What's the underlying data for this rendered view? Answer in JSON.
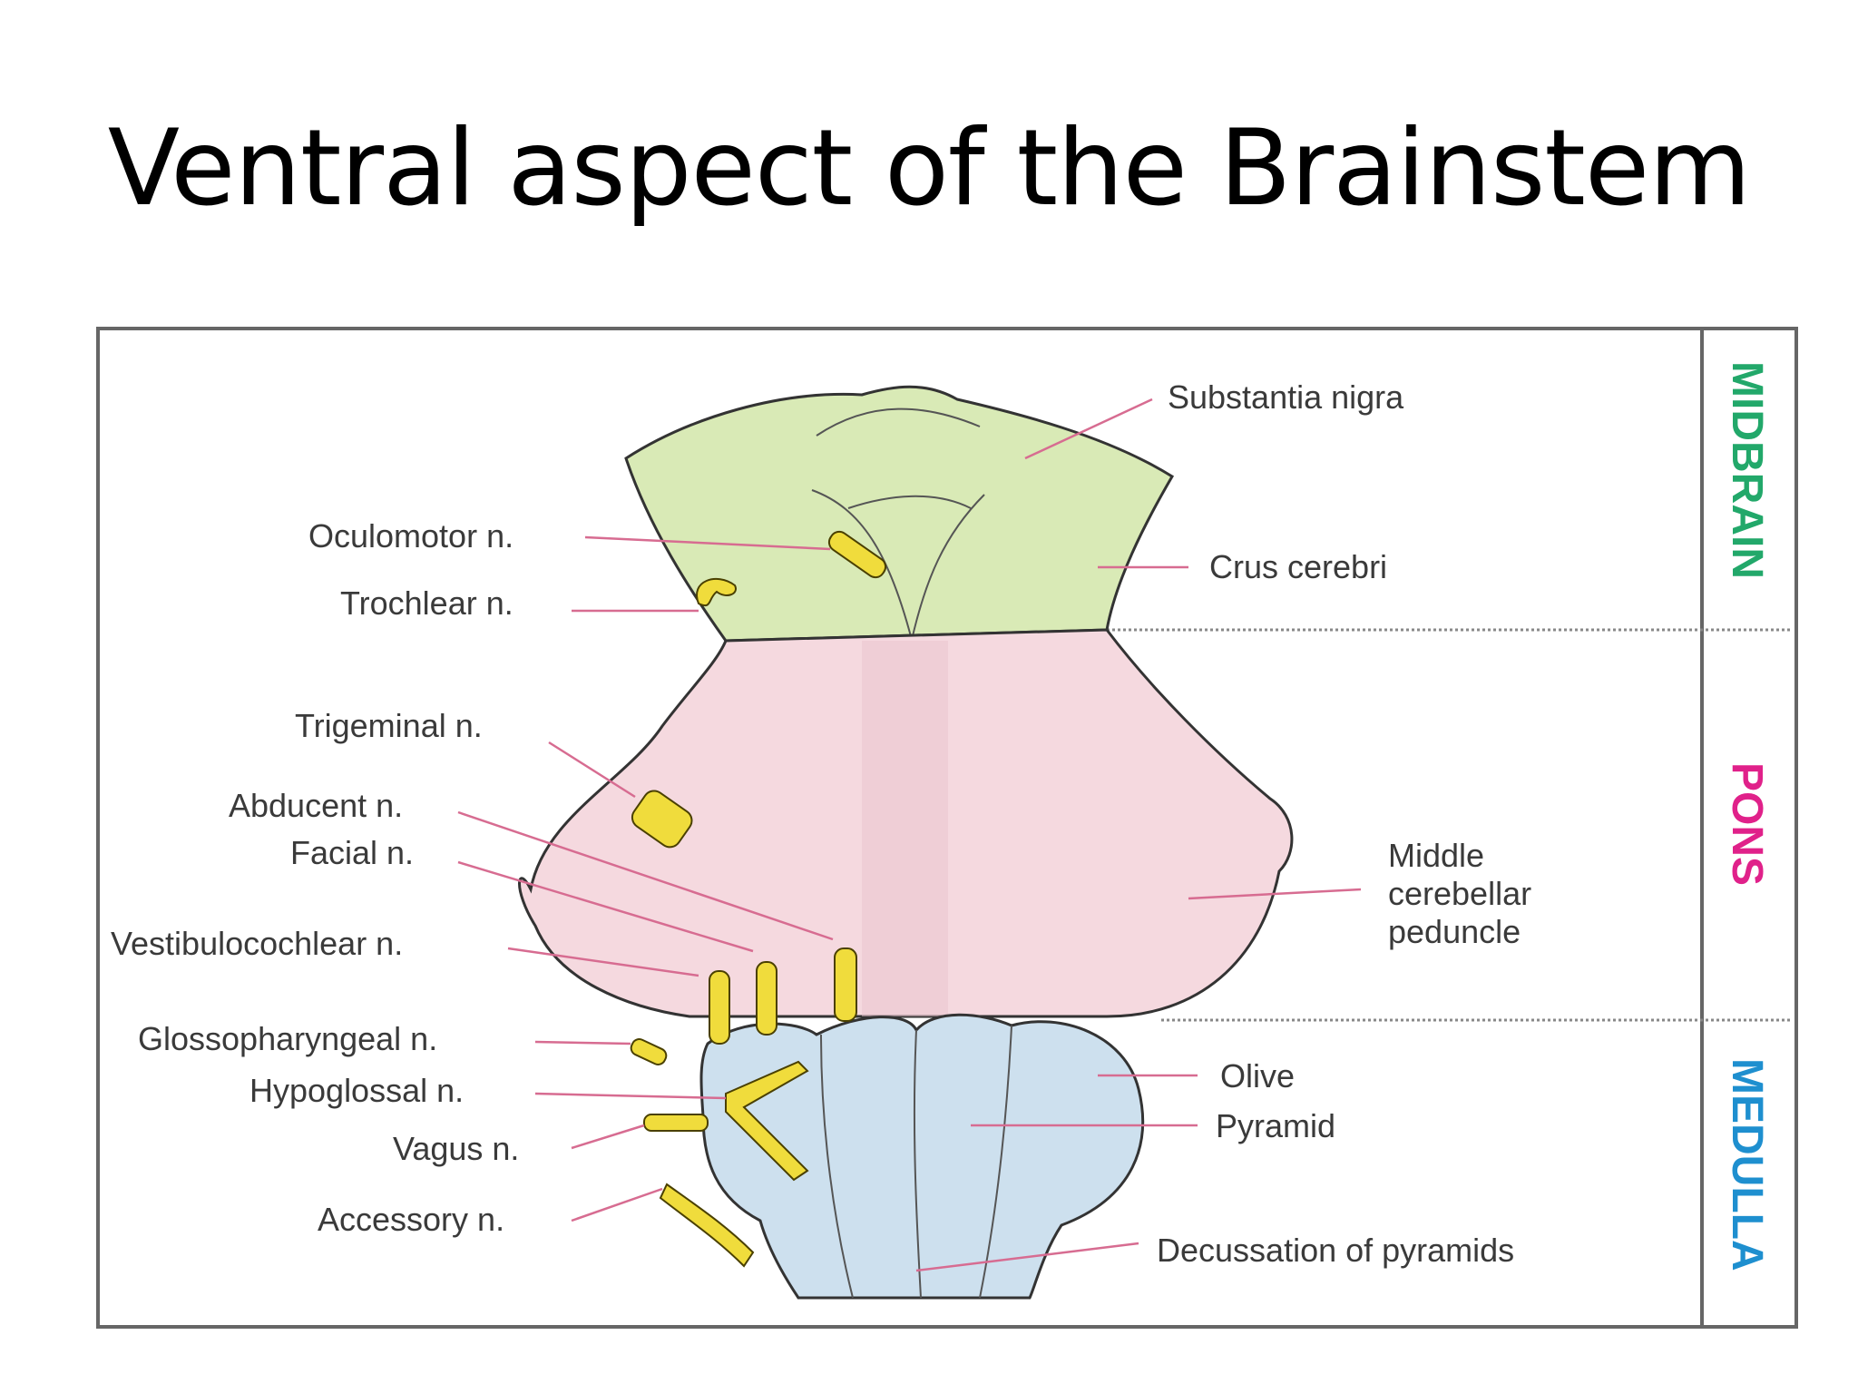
{
  "title": "Ventral aspect of the Brainstem",
  "colors": {
    "midbrain": "#d9eab6",
    "pons": "#f5d9df",
    "medulla": "#cde0ee",
    "nerve": "#f0dc3c",
    "leader": "#d76c91",
    "midbrain_label": "#22a86a",
    "pons_label": "#e0218a",
    "medulla_label": "#1e8fcf"
  },
  "regions": {
    "midbrain": "MIDBRAIN",
    "pons": "PONS",
    "medulla": "MEDULLA"
  },
  "labels": {
    "substantia_nigra": "Substantia nigra",
    "crus_cerebri": "Crus cerebri",
    "middle_cerebellar_1": "Middle",
    "middle_cerebellar_2": "cerebellar",
    "middle_cerebellar_3": "peduncle",
    "olive": "Olive",
    "pyramid": "Pyramid",
    "decussation": "Decussation of pyramids",
    "oculomotor": "Oculomotor n.",
    "trochlear": "Trochlear n.",
    "trigeminal": "Trigeminal n.",
    "abducent": "Abducent n.",
    "facial": "Facial n.",
    "vestibulocochlear": "Vestibulocochlear n.",
    "glossopharyngeal": "Glossopharyngeal n.",
    "hypoglossal": "Hypoglossal n.",
    "vagus": "Vagus n.",
    "accessory": "Accessory n."
  }
}
